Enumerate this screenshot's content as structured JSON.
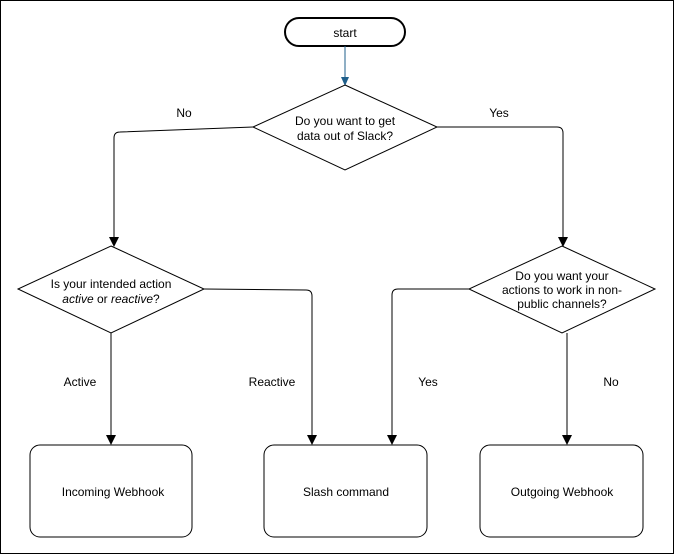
{
  "nodes": {
    "start": "start",
    "q_data_out": [
      "Do you want to get",
      "data out of Slack?"
    ],
    "q_active": {
      "line1": "Is your intended action",
      "line2_a": "active",
      "line2_b": " or ",
      "line2_c": "reactive",
      "line2_d": "?"
    },
    "q_public": [
      "Do you want your",
      "actions to work in non-",
      "public channels?"
    ],
    "incoming": "Incoming Webhook",
    "slash": "Slash command",
    "outgoing": "Outgoing Webhook"
  },
  "edges": {
    "no_left": "No",
    "yes_right": "Yes",
    "active": "Active",
    "reactive": "Reactive",
    "yes_public": "Yes",
    "no_public": "No"
  },
  "colors": {
    "stroke": "#000000",
    "start_arrow": "#1f5f8b"
  }
}
